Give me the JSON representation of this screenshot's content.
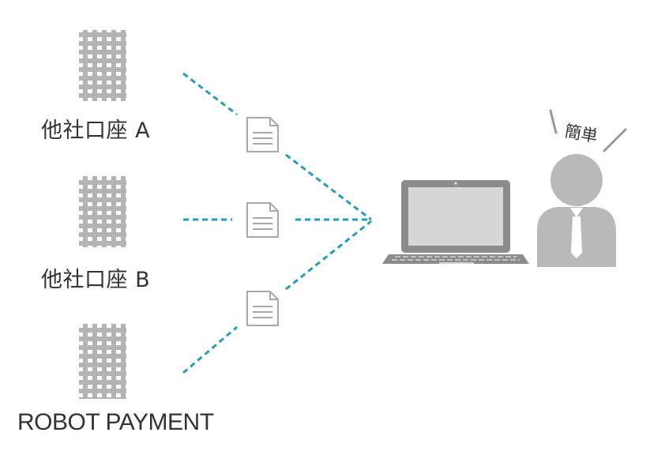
{
  "labels": {
    "bank_a": "他社口座 A",
    "bank_b": "他社口座 B",
    "robot_payment": "ROBOT PAYMENT",
    "easy": "簡単"
  },
  "colors": {
    "building": "#b4b4b4",
    "window": "#ffffff",
    "dashed_line": "#2a9bb3",
    "document": "#a8a8a8",
    "laptop_body": "#8c8c8c",
    "laptop_screen": "#d6d6d6",
    "person": "#b9b9b9",
    "text": "#333333"
  },
  "icons": [
    "building-icon",
    "document-icon",
    "laptop-icon",
    "person-icon"
  ]
}
